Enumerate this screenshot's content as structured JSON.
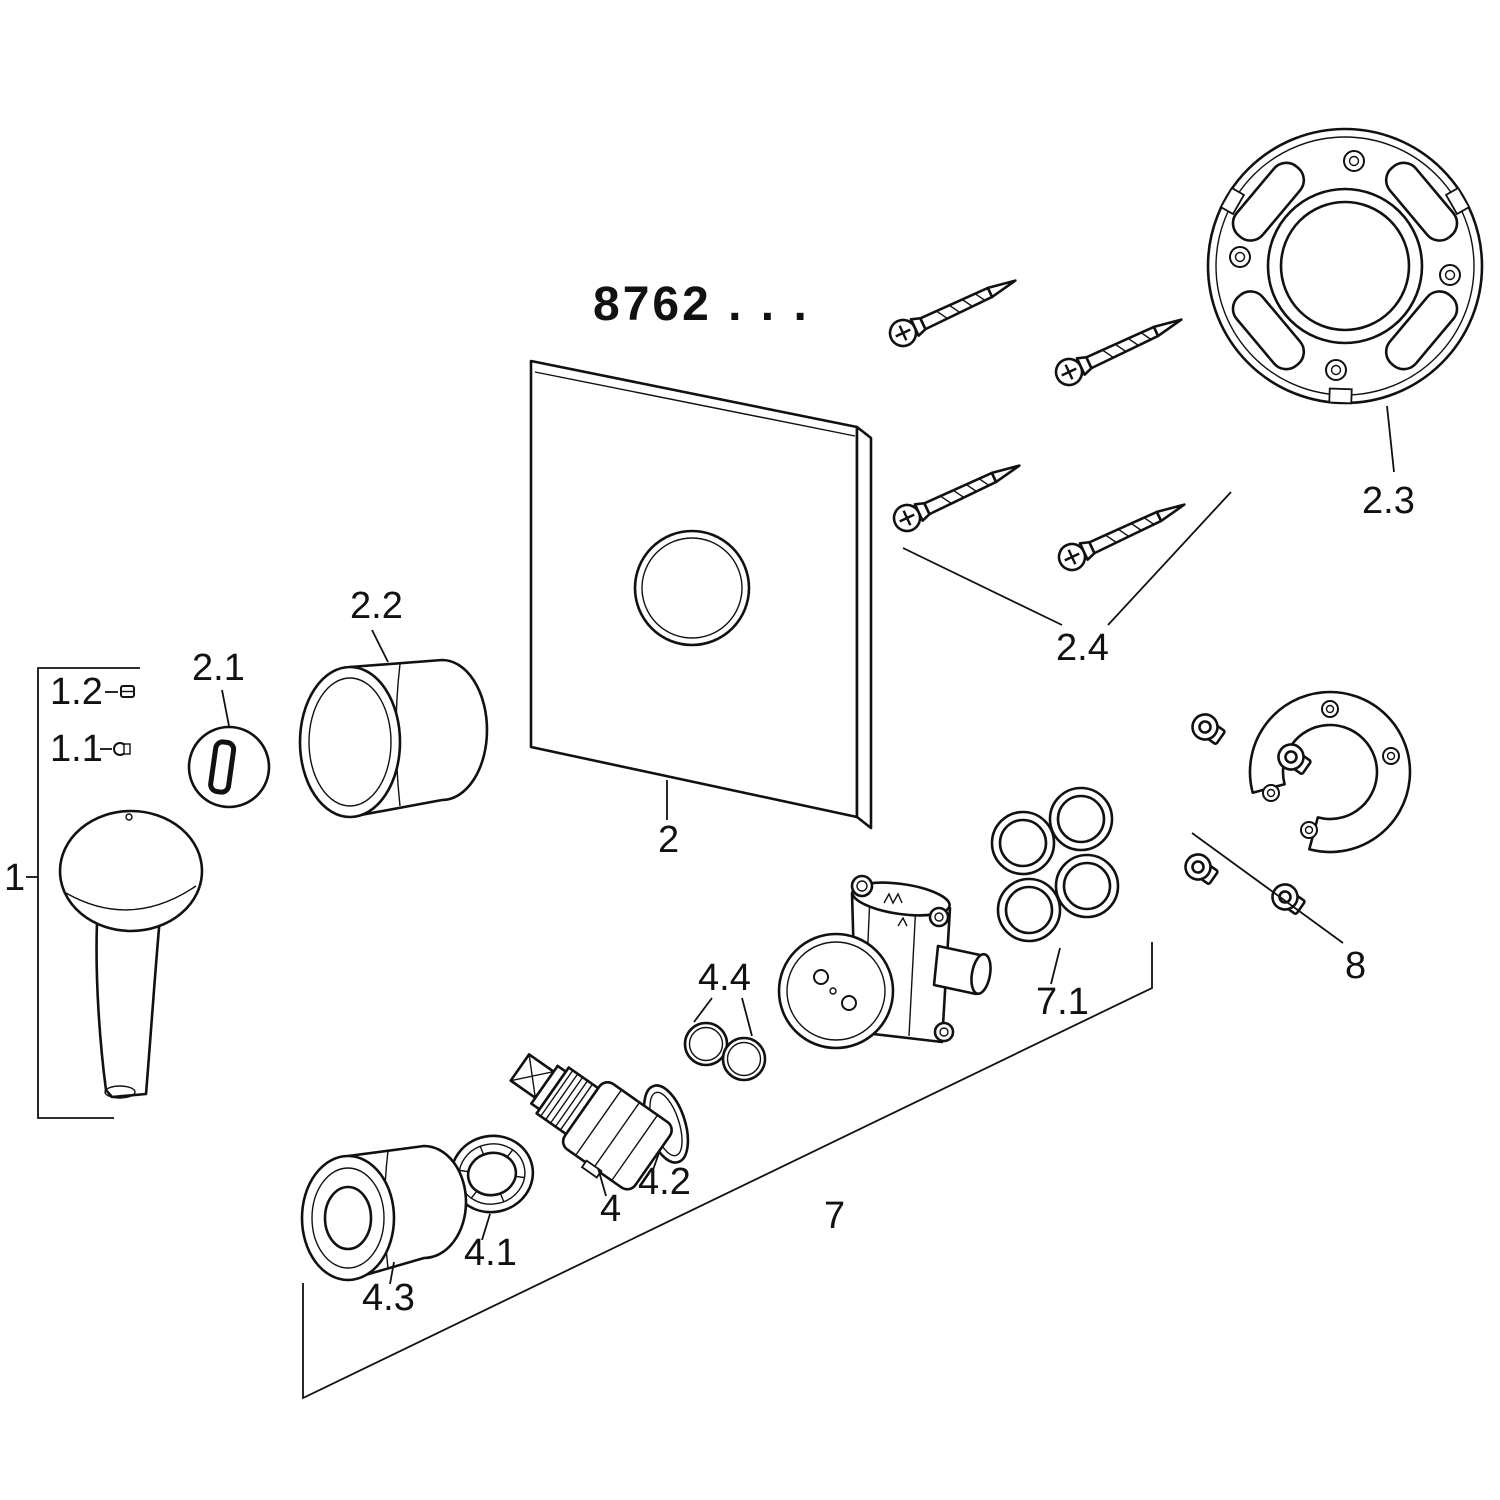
{
  "diagram": {
    "title": "8762 . . .",
    "labels": {
      "l1": "1",
      "l1_1": "1.1",
      "l1_2": "1.2",
      "l2": "2",
      "l2_1": "2.1",
      "l2_2": "2.2",
      "l2_3": "2.3",
      "l2_4": "2.4",
      "l4": "4",
      "l4_1": "4.1",
      "l4_2": "4.2",
      "l4_3": "4.3",
      "l4_4": "4.4",
      "l7": "7",
      "l7_1": "7.1",
      "l8": "8"
    },
    "line_color": "#111111",
    "background": "#ffffff"
  }
}
